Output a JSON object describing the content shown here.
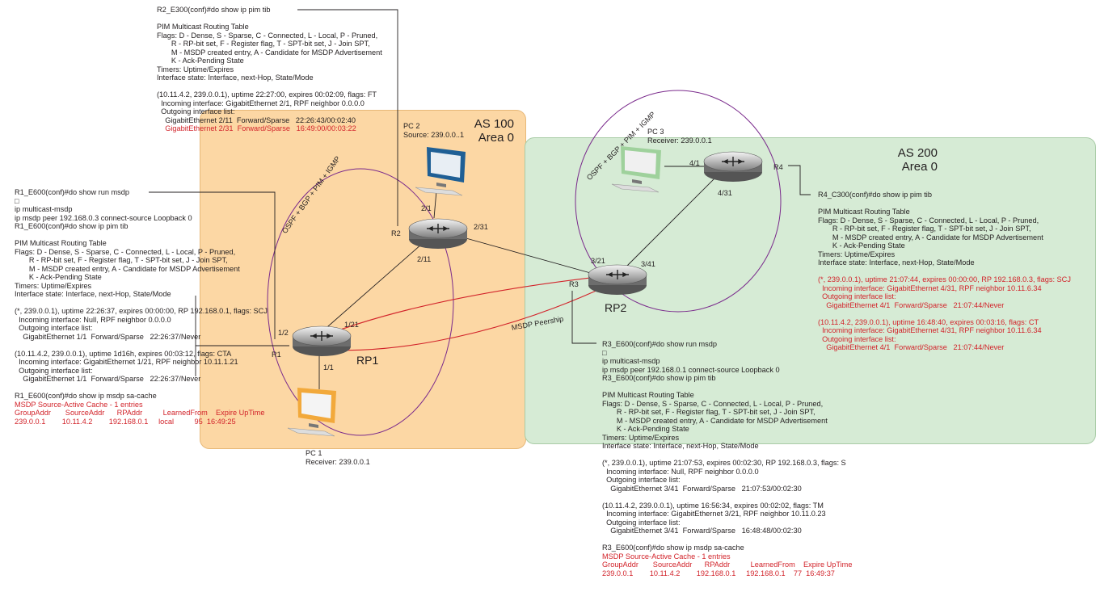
{
  "zones": {
    "as100": {
      "as": "AS 100",
      "area": "Area 0"
    },
    "as200": {
      "as": "AS 200",
      "area": "Area 0"
    }
  },
  "routers": {
    "r1": {
      "name": "R1",
      "rp": "RP1",
      "ports": [
        "1/21",
        "1/1",
        "1/2"
      ]
    },
    "r2": {
      "name": "R2",
      "ports": [
        "2/1",
        "2/31",
        "2/11"
      ]
    },
    "r3": {
      "name": "R3",
      "rp": "RP2",
      "ports": [
        "3/21",
        "3/41"
      ]
    },
    "r4": {
      "name": "R4",
      "ports": [
        "4/1",
        "4/31"
      ]
    }
  },
  "hosts": {
    "pc1": {
      "name": "PC 1",
      "role": "Receiver: 239.0.0.1"
    },
    "pc2": {
      "name": "PC 2",
      "role": "Source: 239.0.0..1"
    },
    "pc3": {
      "name": "PC 3",
      "role": "Receiver: 239.0.0.1"
    }
  },
  "protocol_labels": {
    "as100": "OSPF + BGP + PIM + IGMP",
    "as200": "OSPF + BGP + PIM + IGMP",
    "peering": "MSDP Peership"
  },
  "colors": {
    "zone_as100": "#fcd7a4",
    "zone_as200": "#d6ebd5",
    "text_red": "#d2232a",
    "circle": "#7a2a8c"
  },
  "cli": {
    "r2": [
      {
        "t": "R2_E300(conf)#do show ip pim tib",
        "red": false
      },
      {
        "t": "",
        "red": false
      },
      {
        "t": "PIM Multicast Routing Table",
        "red": false
      },
      {
        "t": "Flags: D - Dense, S - Sparse, C - Connected, L - Local, P - Pruned,",
        "red": false
      },
      {
        "t": "       R - RP-bit set, F - Register flag, T - SPT-bit set, J - Join SPT,",
        "red": false
      },
      {
        "t": "       M - MSDP created entry, A - Candidate for MSDP Advertisement",
        "red": false
      },
      {
        "t": "       K - Ack-Pending State",
        "red": false
      },
      {
        "t": "Timers: Uptime/Expires",
        "red": false
      },
      {
        "t": "Interface state: Interface, next-Hop, State/Mode",
        "red": false
      },
      {
        "t": "",
        "red": false
      },
      {
        "t": "(10.11.4.2, 239.0.0.1), uptime 22:27:00, expires 00:02:09, flags: FT",
        "red": false
      },
      {
        "t": "  Incoming interface: GigabitEthernet 2/1, RPF neighbor 0.0.0.0",
        "red": false
      },
      {
        "t": "  Outgoing interface list:",
        "red": false
      },
      {
        "t": "    GigabitEthernet 2/11  Forward/Sparse   22:26:43/00:02:40",
        "red": false
      },
      {
        "t": "    GigabitEthernet 2/31  Forward/Sparse   16:49:00/00:03:22",
        "red": true
      }
    ],
    "r1": [
      {
        "t": "R1_E600(conf)#do show run msdp",
        "red": false
      },
      {
        "t": "□",
        "red": false
      },
      {
        "t": "ip multicast-msdp",
        "red": false
      },
      {
        "t": "ip msdp peer 192.168.0.3 connect-source Loopback 0",
        "red": false
      },
      {
        "t": "R1_E600(conf)#do show ip pim tib",
        "red": false
      },
      {
        "t": "",
        "red": false
      },
      {
        "t": "PIM Multicast Routing Table",
        "red": false
      },
      {
        "t": "Flags: D - Dense, S - Sparse, C - Connected, L - Local, P - Pruned,",
        "red": false
      },
      {
        "t": "       R - RP-bit set, F - Register flag, T - SPT-bit set, J - Join SPT,",
        "red": false
      },
      {
        "t": "       M - MSDP created entry, A - Candidate for MSDP Advertisement",
        "red": false
      },
      {
        "t": "       K - Ack-Pending State",
        "red": false
      },
      {
        "t": "Timers: Uptime/Expires",
        "red": false
      },
      {
        "t": "Interface state: Interface, next-Hop, State/Mode",
        "red": false
      },
      {
        "t": "",
        "red": false
      },
      {
        "t": "(*, 239.0.0.1), uptime 22:26:37, expires 00:00:00, RP 192.168.0.1, flags: SCJ",
        "red": false
      },
      {
        "t": "  Incoming interface: Null, RPF neighbor 0.0.0.0",
        "red": false
      },
      {
        "t": "  Outgoing interface list:",
        "red": false
      },
      {
        "t": "    GigabitEthernet 1/1  Forward/Sparse   22:26:37/Never",
        "red": false
      },
      {
        "t": "",
        "red": false
      },
      {
        "t": "(10.11.4.2, 239.0.0.1), uptime 1d16h, expires 00:03:12, flags: CTA",
        "red": false
      },
      {
        "t": "  Incoming interface: GigabitEthernet 1/21, RPF neighbor 10.11.1.21",
        "red": false
      },
      {
        "t": "  Outgoing interface list:",
        "red": false
      },
      {
        "t": "    GigabitEthernet 1/1  Forward/Sparse   22:26:37/Never",
        "red": false
      },
      {
        "t": "",
        "red": false
      },
      {
        "t": "R1_E600(conf)#do show ip msdp sa-cache",
        "red": false
      },
      {
        "t": "MSDP Source-Active Cache - 1 entries",
        "red": true
      },
      {
        "t": "GroupAddr       SourceAddr      RPAddr          LearnedFrom    Expire UpTime",
        "red": true
      },
      {
        "t": "239.0.0.1        10.11.4.2        192.168.0.1     local          95  16:49:25",
        "red": true
      }
    ],
    "r4": [
      {
        "t": "R4_C300(conf)#do show ip pim tib",
        "red": false
      },
      {
        "t": "",
        "red": false
      },
      {
        "t": "PIM Multicast Routing Table",
        "red": false
      },
      {
        "t": "Flags: D - Dense, S - Sparse, C - Connected, L - Local, P - Pruned,",
        "red": false
      },
      {
        "t": "       R - RP-bit set, F - Register flag, T - SPT-bit set, J - Join SPT,",
        "red": false
      },
      {
        "t": "       M - MSDP created entry, A - Candidate for MSDP Advertisement",
        "red": false
      },
      {
        "t": "       K - Ack-Pending State",
        "red": false
      },
      {
        "t": "Timers: Uptime/Expires",
        "red": false
      },
      {
        "t": "Interface state: Interface, next-Hop, State/Mode",
        "red": false
      },
      {
        "t": "",
        "red": false
      },
      {
        "t": "(*, 239.0.0.1), uptime 21:07:44, expires 00:00:00, RP 192.168.0.3, flags: SCJ",
        "red": true
      },
      {
        "t": "  Incoming interface: GigabitEthernet 4/31, RPF neighbor 10.11.6.34",
        "red": true
      },
      {
        "t": "  Outgoing interface list:",
        "red": true
      },
      {
        "t": "    GigabitEthernet 4/1  Forward/Sparse   21:07:44/Never",
        "red": true
      },
      {
        "t": "",
        "red": false
      },
      {
        "t": "(10.11.4.2, 239.0.0.1), uptime 16:48:40, expires 00:03:16, flags: CT",
        "red": true
      },
      {
        "t": "  Incoming interface: GigabitEthernet 4/31, RPF neighbor 10.11.6.34",
        "red": true
      },
      {
        "t": "  Outgoing interface list:",
        "red": true
      },
      {
        "t": "    GigabitEthernet 4/1  Forward/Sparse   21:07:44/Never",
        "red": true
      }
    ],
    "r3": [
      {
        "t": "R3_E600(conf)#do show run msdp",
        "red": false
      },
      {
        "t": "□",
        "red": false
      },
      {
        "t": "ip multicast-msdp",
        "red": false
      },
      {
        "t": "ip msdp peer 192.168.0.1 connect-source Loopback 0",
        "red": false
      },
      {
        "t": "R3_E600(conf)#do show ip pim tib",
        "red": false
      },
      {
        "t": "",
        "red": false
      },
      {
        "t": "PIM Multicast Routing Table",
        "red": false
      },
      {
        "t": "Flags: D - Dense, S - Sparse, C - Connected, L - Local, P - Pruned,",
        "red": false
      },
      {
        "t": "       R - RP-bit set, F - Register flag, T - SPT-bit set, J - Join SPT,",
        "red": false
      },
      {
        "t": "       M - MSDP created entry, A - Candidate for MSDP Advertisement",
        "red": false
      },
      {
        "t": "       K - Ack-Pending State",
        "red": false
      },
      {
        "t": "Timers: Uptime/Expires",
        "red": false
      },
      {
        "t": "Interface state: Interface, next-Hop, State/Mode",
        "red": false
      },
      {
        "t": "",
        "red": false
      },
      {
        "t": "(*, 239.0.0.1), uptime 21:07:53, expires 00:02:30, RP 192.168.0.3, flags: S",
        "red": false
      },
      {
        "t": "  Incoming interface: Null, RPF neighbor 0.0.0.0",
        "red": false
      },
      {
        "t": "  Outgoing interface list:",
        "red": false
      },
      {
        "t": "    GigabitEthernet 3/41  Forward/Sparse   21:07:53/00:02:30",
        "red": false
      },
      {
        "t": "",
        "red": false
      },
      {
        "t": "(10.11.4.2, 239.0.0.1), uptime 16:56:34, expires 00:02:02, flags: TM",
        "red": false
      },
      {
        "t": "  Incoming interface: GigabitEthernet 3/21, RPF neighbor 10.11.0.23",
        "red": false
      },
      {
        "t": "  Outgoing interface list:",
        "red": false
      },
      {
        "t": "    GigabitEthernet 3/41  Forward/Sparse   16:48:48/00:02:30",
        "red": false
      },
      {
        "t": "",
        "red": false
      },
      {
        "t": "R3_E600(conf)#do show ip msdp sa-cache",
        "red": false
      },
      {
        "t": "MSDP Source-Active Cache - 1 entries",
        "red": true
      },
      {
        "t": "GroupAddr       SourceAddr      RPAddr          LearnedFrom    Expire UpTime",
        "red": true
      },
      {
        "t": "239.0.0.1        10.11.4.2        192.168.0.1     192.168.0.1    77  16:49:37",
        "red": true
      }
    ]
  }
}
